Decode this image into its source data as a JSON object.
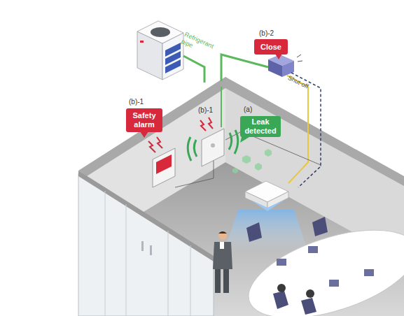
{
  "diagram": {
    "nodes": [
      {
        "text": [
          "Close"
        ]
      },
      {
        "text": [
          "Safety alarm"
        ]
      },
      {
        "text": [
          "Leak detected"
        ]
      }
    ],
    "labels": [
      "(b)-2",
      "(b)-1",
      "(b)-1",
      "(a)",
      "Refrigerant pipe",
      "Shut-off"
    ]
  }
}
